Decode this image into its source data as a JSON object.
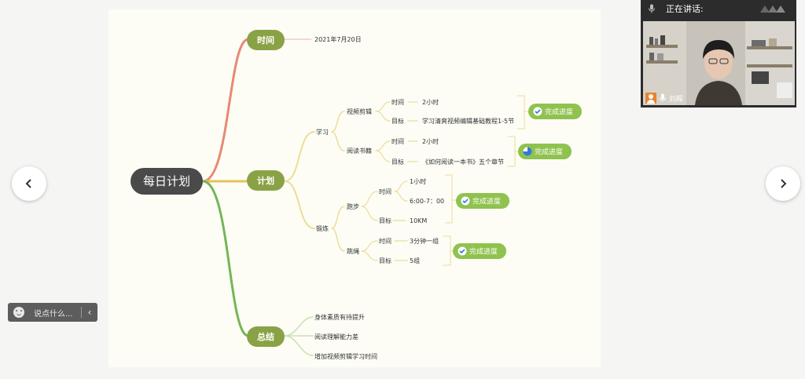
{
  "mindmap": {
    "root": "每日计划",
    "branches": {
      "time": {
        "label": "时间",
        "value": "2021年7月20日"
      },
      "plan": {
        "label": "计划",
        "study": {
          "label": "学习",
          "video_edit": {
            "label": "视频剪辑",
            "time_label": "时间",
            "time_value": "2小时",
            "goal_label": "目标",
            "goal_value": "学习清爽视频编辑基础教程1-5节",
            "progress": "完成进度"
          },
          "reading": {
            "label": "阅读书籍",
            "time_label": "时间",
            "time_value": "2小时",
            "goal_label": "目标",
            "goal_value": "《如何阅读一本书》五个章节",
            "progress": "完成进度"
          }
        },
        "exercise": {
          "label": "锻炼",
          "running": {
            "label": "跑步",
            "time_label": "时间",
            "time_value1": "1小时",
            "time_value2": "6:00-7：00",
            "goal_label": "目标",
            "goal_value": "10KM",
            "progress": "完成进度"
          },
          "rope": {
            "label": "跳绳",
            "time_label": "时间",
            "time_value": "3分钟一组",
            "goal_label": "目标",
            "goal_value": "5组",
            "progress": "完成进度"
          }
        }
      },
      "summary": {
        "label": "总结",
        "items": [
          "身体素质有待提升",
          "阅读理解能力差",
          "增加视频剪辑学习时间"
        ]
      }
    }
  },
  "chat": {
    "placeholder": "说点什么..."
  },
  "video": {
    "speaking_label": "正在讲话:",
    "participant_name": "刘晖"
  },
  "colors": {
    "node_green": "#8aa246",
    "root_dark": "#4a4a4a",
    "line_red": "#e88972",
    "line_yellow": "#e8c15a",
    "line_green": "#76b558",
    "line_sub": "#eedc96",
    "badge_green": "#8fc24e",
    "check_blue": "#3478d8"
  }
}
